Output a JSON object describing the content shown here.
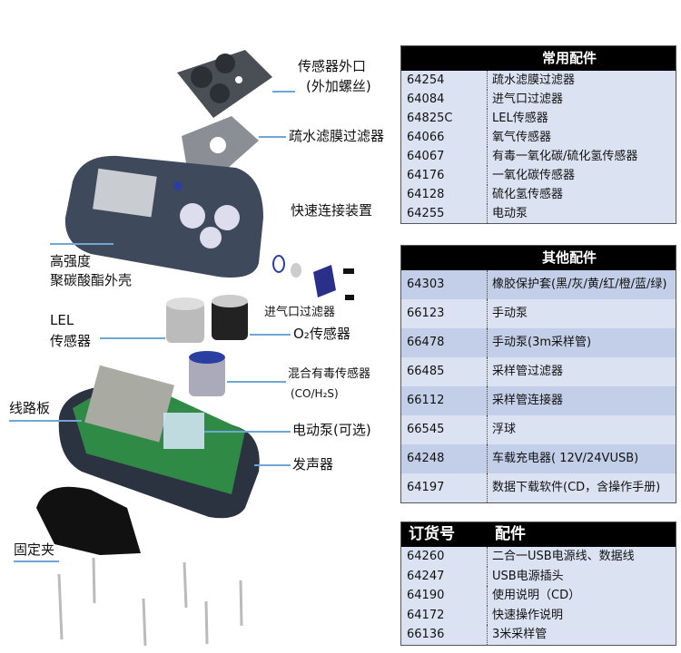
{
  "labels": {
    "sensor_outlet": "传感器外口",
    "sensor_outlet_note": "(外加螺丝)",
    "hydrophobic_filter": "疏水滤膜过滤器",
    "quick_connector": "快速连接装置",
    "housing_1": "高强度",
    "housing_2": "聚碳酸酯外壳",
    "inlet_filter": "进气口过滤器",
    "lel_1": "LEL",
    "lel_2": "传感器",
    "o2_sensor": "O₂传感器",
    "toxic_sensor": "混合有毒传感器",
    "toxic_sensor_note": "(CO/H₂S)",
    "circuit_board": "线路板",
    "pump": "电动泵(可选)",
    "buzzer": "发声器",
    "clip": "固定夹"
  },
  "common_parts": {
    "title": "常用配件",
    "rows": [
      {
        "code": "64254",
        "name": "疏水滤膜过滤器"
      },
      {
        "code": "64084",
        "name": "进气口过滤器"
      },
      {
        "code": "64825C",
        "name": "LEL传感器"
      },
      {
        "code": "64066",
        "name": "氧气传感器"
      },
      {
        "code": "64067",
        "name": "有毒一氧化碳/硫化氢传感器"
      },
      {
        "code": "64176",
        "name": "一氧化碳传感器"
      },
      {
        "code": "64128",
        "name": "硫化氢传感器"
      },
      {
        "code": "64255",
        "name": "电动泵"
      }
    ]
  },
  "other_parts": {
    "title": "其他配件",
    "rows": [
      {
        "code": "64303",
        "name": "橡胶保护套(黑/灰/黄/红/橙/蓝/绿)"
      },
      {
        "code": "66123",
        "name": "手动泵"
      },
      {
        "code": "66478",
        "name": "手动泵(3m采样管)"
      },
      {
        "code": "66485",
        "name": "采样管过滤器"
      },
      {
        "code": "66112",
        "name": "采样管连接器"
      },
      {
        "code": "66545",
        "name": "浮球"
      },
      {
        "code": "64248",
        "name": "车载充电器( 12V/24VUSB)"
      },
      {
        "code": "64197",
        "name": "数据下载软件(CD，含操作手册)"
      }
    ]
  },
  "included_parts": {
    "col1": "订货号",
    "col2": "配件",
    "rows": [
      {
        "code": "64260",
        "name": "二合一USB电源线、数据线"
      },
      {
        "code": "64247",
        "name": "USB电源插头"
      },
      {
        "code": "64190",
        "name": "使用说明（CD）"
      },
      {
        "code": "64172",
        "name": "快速操作说明"
      },
      {
        "code": "66136",
        "name": "3米采样管"
      }
    ]
  }
}
